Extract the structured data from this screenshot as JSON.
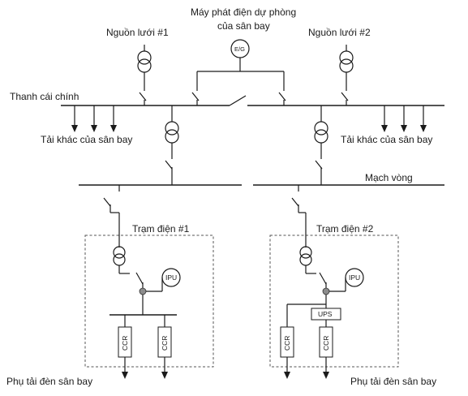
{
  "labels": {
    "grid_source_1": "Nguồn lưới #1",
    "grid_source_2": "Nguồn lưới #2",
    "generator_line1": "Máy phát điện dự phòng",
    "generator_line2": "của sân bay",
    "generator_symbol": "E/G",
    "main_busbar": "Thanh cái chính",
    "other_loads_left": "Tải khác của sân bay",
    "other_loads_right": "Tải khác của sân bay",
    "ring_main": "Mạch vòng",
    "substation_1": "Trạm điện #1",
    "substation_2": "Trạm điện #2",
    "ipu_1": "IPU",
    "ipu_2": "IPU",
    "ups": "UPS",
    "ccr_1a": "CCR",
    "ccr_1b": "CCR",
    "ccr_2a": "CCR",
    "ccr_2b": "CCR",
    "lighting_load_1": "Phụ tải đèn sân bay",
    "lighting_load_2": "Phụ tải đèn sân bay"
  }
}
